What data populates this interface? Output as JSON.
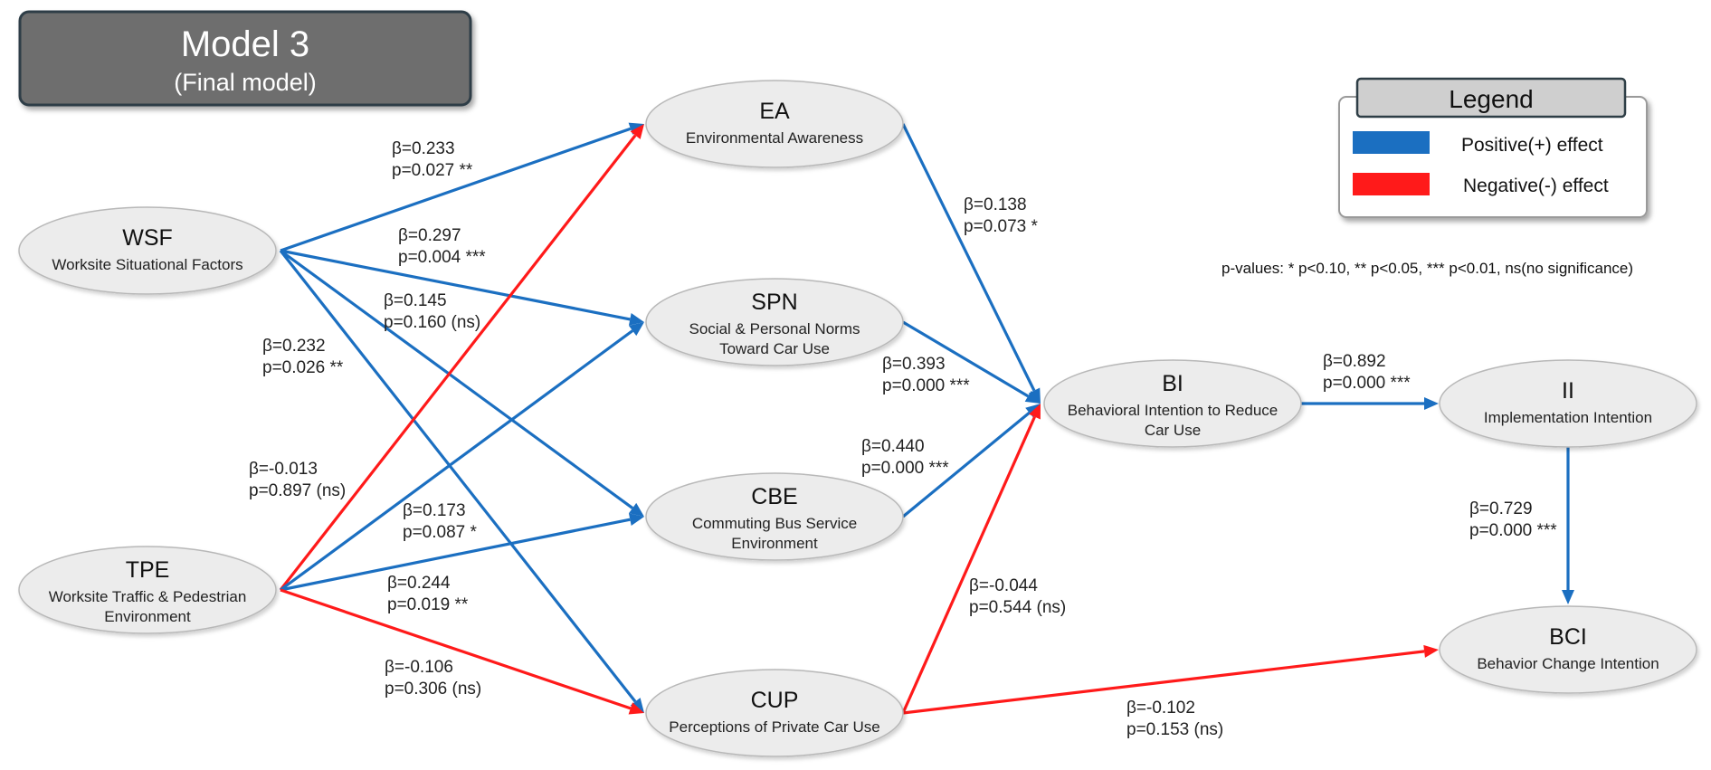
{
  "title": {
    "main": "Model 3",
    "sub": "(Final model)"
  },
  "colors": {
    "positive": "#1b6fc1",
    "negative": "#ff1a1a",
    "node_fill": "#ececec",
    "title_fill": "#6e6e6e"
  },
  "legend": {
    "title": "Legend",
    "items": [
      {
        "label": "Positive(+) effect",
        "color": "#1b6fc1"
      },
      {
        "label": "Negative(-) effect",
        "color": "#ff1a1a"
      }
    ]
  },
  "p_values_note": "p-values:  * p<0.10,  ** p<0.05,  *** p<0.01,  ns(no significance)",
  "nodes": [
    {
      "id": "WSF",
      "abbr": "WSF",
      "full": [
        "Worksite Situational Factors"
      ]
    },
    {
      "id": "TPE",
      "abbr": "TPE",
      "full": [
        "Worksite Traffic & Pedestrian",
        "Environment"
      ]
    },
    {
      "id": "EA",
      "abbr": "EA",
      "full": [
        "Environmental Awareness"
      ]
    },
    {
      "id": "SPN",
      "abbr": "SPN",
      "full": [
        "Social & Personal Norms",
        "Toward Car Use"
      ]
    },
    {
      "id": "CBE",
      "abbr": "CBE",
      "full": [
        "Commuting Bus Service",
        "Environment"
      ]
    },
    {
      "id": "CUP",
      "abbr": "CUP",
      "full": [
        "Perceptions of Private Car Use"
      ]
    },
    {
      "id": "BI",
      "abbr": "BI",
      "full": [
        "Behavioral Intention to Reduce",
        "Car Use"
      ]
    },
    {
      "id": "II",
      "abbr": "II",
      "full": [
        "Implementation Intention"
      ]
    },
    {
      "id": "BCI",
      "abbr": "BCI",
      "full": [
        "Behavior Change Intention"
      ]
    }
  ],
  "paths": [
    {
      "from": "WSF",
      "to": "EA",
      "sign": "positive",
      "beta": "β=0.233",
      "p": "p=0.027 **"
    },
    {
      "from": "WSF",
      "to": "SPN",
      "sign": "positive",
      "beta": "β=0.297",
      "p": "p=0.004 ***"
    },
    {
      "from": "WSF",
      "to": "CBE",
      "sign": "positive",
      "beta": "β=0.145",
      "p": "p=0.160 (ns)"
    },
    {
      "from": "WSF",
      "to": "CUP",
      "sign": "positive",
      "beta": "β=0.232",
      "p": "p=0.026 **"
    },
    {
      "from": "TPE",
      "to": "EA",
      "sign": "negative",
      "beta": "β=-0.013",
      "p": "p=0.897 (ns)"
    },
    {
      "from": "TPE",
      "to": "SPN",
      "sign": "positive",
      "beta": "β=0.173",
      "p": "p=0.087 *"
    },
    {
      "from": "TPE",
      "to": "CBE",
      "sign": "positive",
      "beta": "β=0.244",
      "p": "p=0.019 **"
    },
    {
      "from": "TPE",
      "to": "CUP",
      "sign": "negative",
      "beta": "β=-0.106",
      "p": "p=0.306 (ns)"
    },
    {
      "from": "EA",
      "to": "BI",
      "sign": "positive",
      "beta": "β=0.138",
      "p": "p=0.073 *"
    },
    {
      "from": "SPN",
      "to": "BI",
      "sign": "positive",
      "beta": "β=0.393",
      "p": "p=0.000 ***"
    },
    {
      "from": "CBE",
      "to": "BI",
      "sign": "positive",
      "beta": "β=0.440",
      "p": "p=0.000 ***"
    },
    {
      "from": "CUP",
      "to": "BI",
      "sign": "negative",
      "beta": "β=-0.044",
      "p": "p=0.544 (ns)"
    },
    {
      "from": "BI",
      "to": "II",
      "sign": "positive",
      "beta": "β=0.892",
      "p": "p=0.000 ***"
    },
    {
      "from": "II",
      "to": "BCI",
      "sign": "positive",
      "beta": "β=0.729",
      "p": "p=0.000 ***"
    },
    {
      "from": "CUP",
      "to": "BCI",
      "sign": "negative",
      "beta": "β=-0.102",
      "p": "p=0.153 (ns)"
    }
  ]
}
